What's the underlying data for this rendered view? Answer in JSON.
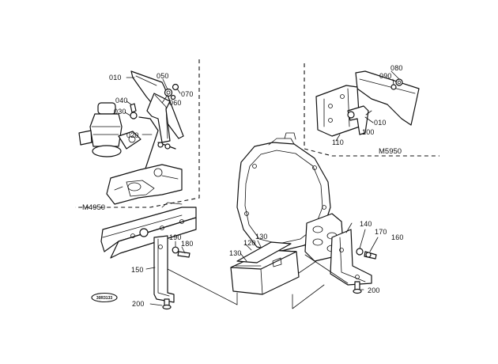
{
  "models": {
    "m4950": "M4950",
    "m5950": "M5950"
  },
  "stamp": "30R3133",
  "parts": {
    "p010": "010",
    "p020": "020",
    "p030": "030",
    "p040": "040",
    "p050": "050",
    "p060": "060",
    "p070": "070",
    "p080": "080",
    "p090": "090",
    "p100": "100",
    "p110": "110",
    "p010b": "010",
    "p120": "120",
    "p130a": "130",
    "p130b": "130",
    "p140": "140",
    "p150": "150",
    "p160": "160",
    "p170": "170",
    "p180": "180",
    "p190": "190",
    "p200a": "200",
    "p200b": "200"
  }
}
